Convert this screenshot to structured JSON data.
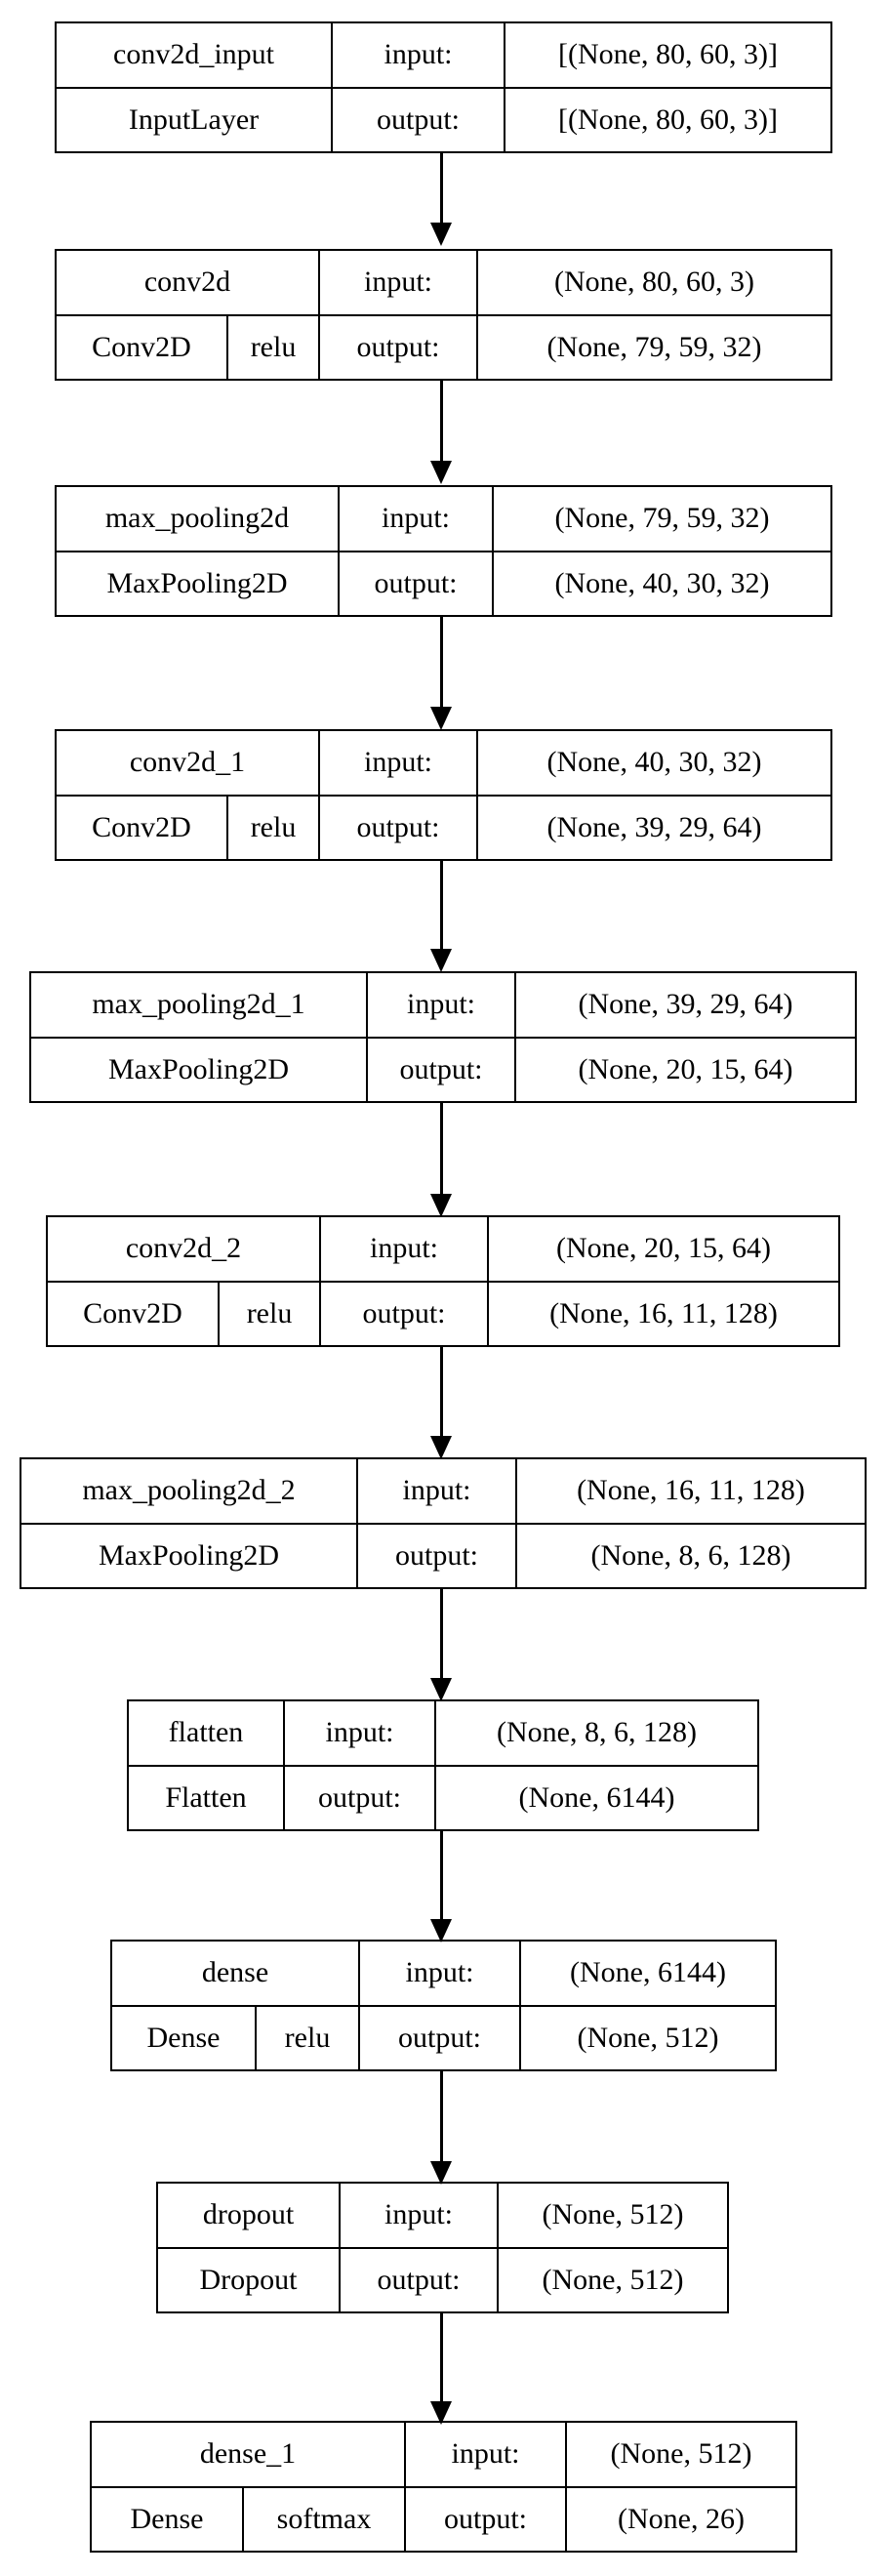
{
  "layers": [
    {
      "name": "conv2d_input",
      "type": "InputLayer",
      "input_label": "input:",
      "input_shape": "[(None, 80, 60, 3)]",
      "output_label": "output:",
      "output_shape": "[(None, 80, 60, 3)]"
    },
    {
      "name": "conv2d",
      "type": "Conv2D",
      "activation": "relu",
      "input_label": "input:",
      "input_shape": "(None, 80, 60, 3)",
      "output_label": "output:",
      "output_shape": "(None, 79, 59, 32)"
    },
    {
      "name": "max_pooling2d",
      "type": "MaxPooling2D",
      "input_label": "input:",
      "input_shape": "(None, 79, 59, 32)",
      "output_label": "output:",
      "output_shape": "(None, 40, 30, 32)"
    },
    {
      "name": "conv2d_1",
      "type": "Conv2D",
      "activation": "relu",
      "input_label": "input:",
      "input_shape": "(None, 40, 30, 32)",
      "output_label": "output:",
      "output_shape": "(None, 39, 29, 64)"
    },
    {
      "name": "max_pooling2d_1",
      "type": "MaxPooling2D",
      "input_label": "input:",
      "input_shape": "(None, 39, 29, 64)",
      "output_label": "output:",
      "output_shape": "(None, 20, 15, 64)"
    },
    {
      "name": "conv2d_2",
      "type": "Conv2D",
      "activation": "relu",
      "input_label": "input:",
      "input_shape": "(None, 20, 15, 64)",
      "output_label": "output:",
      "output_shape": "(None, 16, 11, 128)"
    },
    {
      "name": "max_pooling2d_2",
      "type": "MaxPooling2D",
      "input_label": "input:",
      "input_shape": "(None, 16, 11, 128)",
      "output_label": "output:",
      "output_shape": "(None, 8, 6, 128)"
    },
    {
      "name": "flatten",
      "type": "Flatten",
      "input_label": "input:",
      "input_shape": "(None, 8, 6, 128)",
      "output_label": "output:",
      "output_shape": "(None, 6144)"
    },
    {
      "name": "dense",
      "type": "Dense",
      "activation": "relu",
      "input_label": "input:",
      "input_shape": "(None, 6144)",
      "output_label": "output:",
      "output_shape": "(None, 512)"
    },
    {
      "name": "dropout",
      "type": "Dropout",
      "input_label": "input:",
      "input_shape": "(None, 512)",
      "output_label": "output:",
      "output_shape": "(None, 512)"
    },
    {
      "name": "dense_1",
      "type": "Dense",
      "activation": "softmax",
      "input_label": "input:",
      "input_shape": "(None, 512)",
      "output_label": "output:",
      "output_shape": "(None, 26)"
    }
  ]
}
